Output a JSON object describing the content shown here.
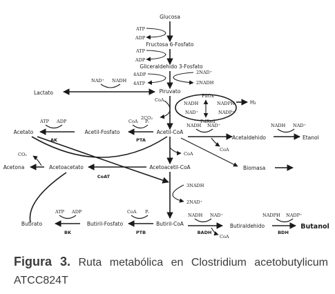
{
  "metabolites": {
    "glucosa": "Glucosa",
    "fructosa": "Fructosa 6-Fosfato",
    "gliceraldehido": "Gliceraldehido 3-Fosfato",
    "piruvato": "Piruvato",
    "lactato": "Lactato",
    "acetil_coa": "Acetil-CoA",
    "acetil_fosfato": "Acetil-Fosfato",
    "acetato": "Acetato",
    "acetona": "Acetona",
    "acetoacetato": "Acetoacetato",
    "acetoacetil_coa": "Acetoacetil-CoA",
    "biomasa": "Biomasa",
    "acetaldehido": "Acetaldehido",
    "etanol": "Etanol",
    "butirato": "Butirato",
    "butiril_fosfato": "Butiril-Fosfato",
    "butiril_coa": "Butiril-CoA",
    "butiraldehido": "Butiraldehido",
    "butanol": "Butanol",
    "h2": "H₂"
  },
  "cofactors": {
    "atp": "ATP",
    "adp": "ADP",
    "atp4": "4ATP",
    "adp4": "4ADP",
    "nad": "NAD⁺",
    "nadh": "NADH",
    "nadh2": "2NADH",
    "nad2": "2NAD⁺",
    "nadh3": "3NADH",
    "nadph": "NADPH",
    "nadp": "NADP⁺",
    "coa": "CoA",
    "pi": "Pᵢ",
    "co2": "CO₂",
    "co2_2": "2CO₂",
    "fdox": "FdOx",
    "fdred": "FdRed"
  },
  "enzymes": {
    "ak": "AK",
    "pta": "PTA",
    "coat": "CoAT",
    "bk": "BK",
    "ptb": "PTB",
    "badh": "BADH",
    "bdh": "BDH"
  },
  "caption": {
    "label": "Figura 3.",
    "text": "Ruta metabólica en Clostridium acetobutylicum ATCC824T"
  }
}
